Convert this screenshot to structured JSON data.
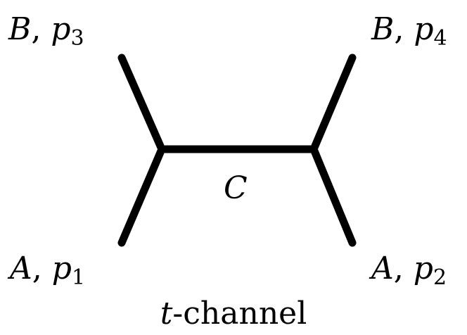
{
  "diagram": {
    "kind": "feynman-t-channel",
    "line_color": "#000000",
    "propagator": {
      "label": "C"
    },
    "legs": {
      "top_left": {
        "particle": "B",
        "momentum": "p",
        "index": "3"
      },
      "top_right": {
        "particle": "B",
        "momentum": "p",
        "index": "4"
      },
      "bottom_left": {
        "particle": "A",
        "momentum": "p",
        "index": "1"
      },
      "bottom_right": {
        "particle": "A",
        "momentum": "p",
        "index": "2"
      }
    },
    "separator": ",",
    "caption": {
      "var": "t",
      "rest": "-channel"
    }
  }
}
